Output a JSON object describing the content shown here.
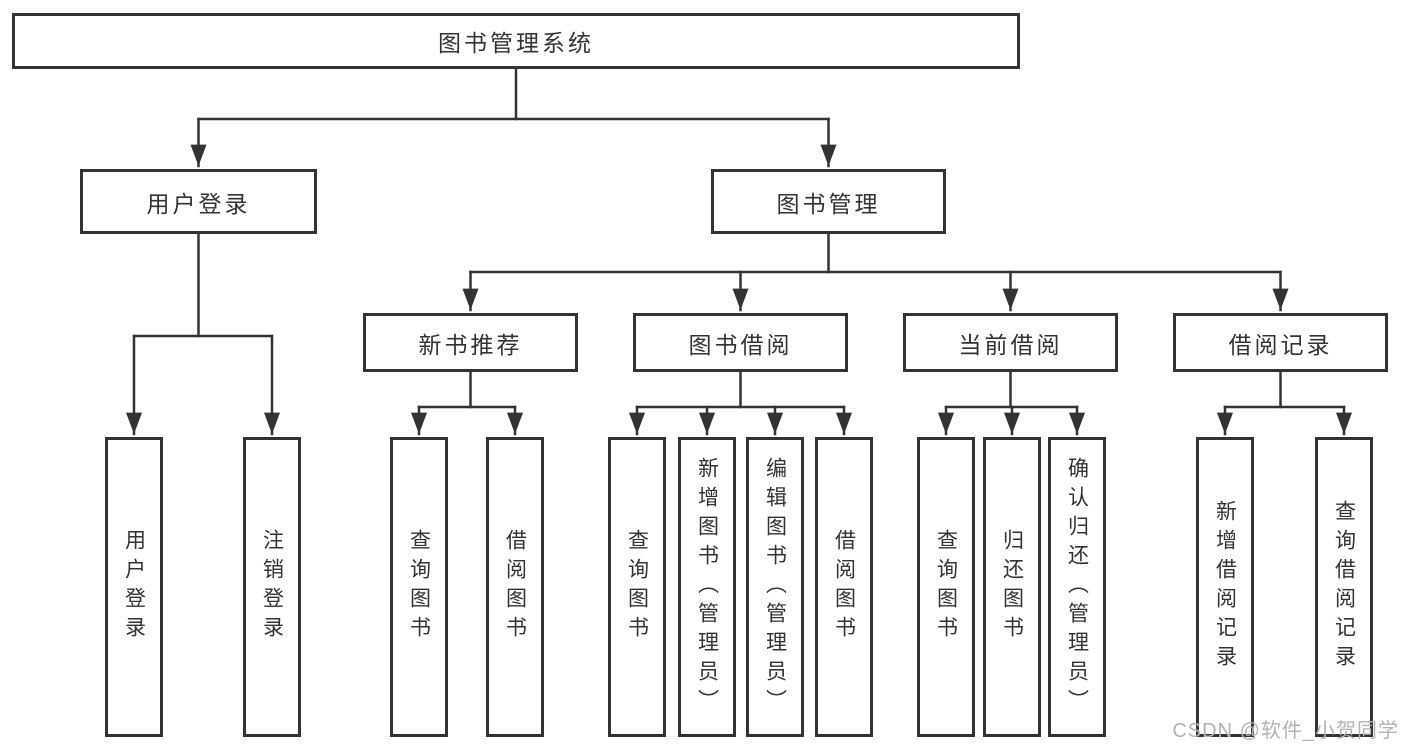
{
  "diagram_title": "图书管理系统",
  "watermark": "CSDN @软件_小贺同学",
  "colors": {
    "line": "#333333",
    "box_border": "#333333",
    "box_fill": "#ffffff",
    "text": "#333333",
    "watermark": "#b3b3b3",
    "background": "#ffffff"
  },
  "nodes": {
    "root": {
      "label": "图书管理系统"
    },
    "user_login": {
      "label": "用户登录"
    },
    "book_mgmt": {
      "label": "图书管理"
    },
    "new_book_rec": {
      "label": "新书推荐"
    },
    "book_borrow": {
      "label": "图书借阅"
    },
    "current_borrow": {
      "label": "当前借阅"
    },
    "borrow_record": {
      "label": "借阅记录"
    },
    "leaf_user_login": {
      "label": "用户登录"
    },
    "leaf_logout": {
      "label": "注销登录"
    },
    "leaf_query_book_1": {
      "label": "查询图书"
    },
    "leaf_borrow_book_1": {
      "label": "借阅图书"
    },
    "leaf_query_book_2": {
      "label": "查询图书"
    },
    "leaf_add_book": {
      "label": "新增图书（管理员）"
    },
    "leaf_edit_book": {
      "label": "编辑图书（管理员）"
    },
    "leaf_borrow_book_2": {
      "label": "借阅图书"
    },
    "leaf_query_book_3": {
      "label": "查询图书"
    },
    "leaf_return_book": {
      "label": "归还图书"
    },
    "leaf_confirm_return": {
      "label": "确认归还（管理员）"
    },
    "leaf_add_record": {
      "label": "新增借阅记录"
    },
    "leaf_query_record": {
      "label": "查询借阅记录"
    }
  },
  "hierarchy": {
    "图书管理系统": {
      "用户登录": [
        "用户登录",
        "注销登录"
      ],
      "图书管理": {
        "新书推荐": [
          "查询图书",
          "借阅图书"
        ],
        "图书借阅": [
          "查询图书",
          "新增图书（管理员）",
          "编辑图书（管理员）",
          "借阅图书"
        ],
        "当前借阅": [
          "查询图书",
          "归还图书",
          "确认归还（管理员）"
        ],
        "借阅记录": [
          "新增借阅记录",
          "查询借阅记录"
        ]
      }
    }
  }
}
